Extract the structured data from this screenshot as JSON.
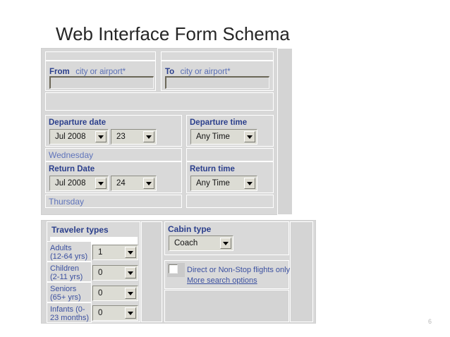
{
  "slide": {
    "title": "Web Interface Form Schema",
    "page_number": "6"
  },
  "form": {
    "origin": {
      "label": "From",
      "hint": "city or airport*",
      "value": "",
      "placeholder": ""
    },
    "destination": {
      "label": "To",
      "hint": "city or airport*",
      "value": "",
      "placeholder": ""
    },
    "departure": {
      "date_label": "Departure date",
      "month_value": "Jul 2008",
      "day_value": "23",
      "weekday": "Wednesday",
      "time_label": "Departure time",
      "time_value": "Any Time"
    },
    "return": {
      "date_label": "Return Date",
      "month_value": "Jul 2008",
      "day_value": "24",
      "weekday": "Thursday",
      "time_label": "Return time",
      "time_value": "Any Time"
    },
    "travelers": {
      "heading": "Traveler types",
      "rows": [
        {
          "label": "Adults\n(12-64 yrs)",
          "value": "1"
        },
        {
          "label": "Children\n(2-11 yrs)",
          "value": "0"
        },
        {
          "label": "Seniors\n(65+ yrs)",
          "value": "0"
        },
        {
          "label": "Infants (0-\n23 months)",
          "value": "0"
        }
      ]
    },
    "cabin": {
      "heading": "Cabin type",
      "value": "Coach"
    },
    "options": {
      "direct_only_label": "Direct or Non-Stop flights only",
      "direct_only_checked": false,
      "more_options_link": "More search options"
    }
  },
  "colors": {
    "label_blue": "#2b3f8c",
    "link_blue": "#3b50a0",
    "panel_grey": "#d8d8d8",
    "title_black": "#262626"
  }
}
